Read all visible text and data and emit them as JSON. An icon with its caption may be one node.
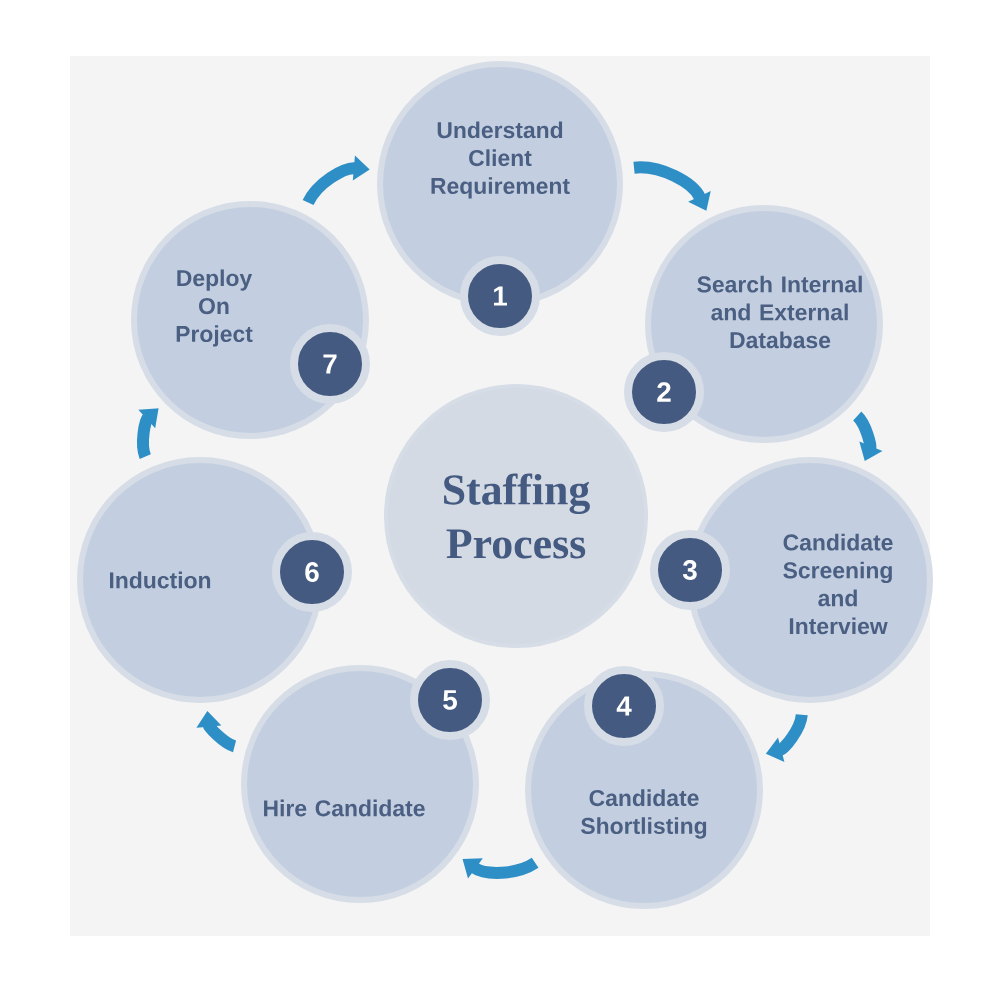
{
  "diagram": {
    "nodes": [
      {
        "text": [
          "Staffing Process"
        ]
      },
      {
        "text": [
          "Understand Client Requirement",
          "1"
        ]
      },
      {
        "text": [
          "Search Internal and External Database",
          "2"
        ]
      },
      {
        "text": [
          "3",
          "Candidate Screening and Interview"
        ]
      },
      {
        "text": [
          "4",
          "Candidate Shortlisting"
        ]
      },
      {
        "text": [
          "5",
          "Hire Candidate"
        ]
      },
      {
        "text": [
          "Induction",
          "6"
        ]
      },
      {
        "text": [
          "Deploy On Project",
          "7"
        ]
      }
    ],
    "edges": [
      {
        "from": 1,
        "to": 2,
        "arrow": "to"
      },
      {
        "from": 2,
        "to": 3,
        "arrow": "to"
      },
      {
        "from": 3,
        "to": 4,
        "arrow": "to"
      },
      {
        "from": 4,
        "to": 5,
        "arrow": "to"
      },
      {
        "from": 5,
        "to": 6,
        "arrow": "to"
      },
      {
        "from": 6,
        "to": 7,
        "arrow": "to"
      },
      {
        "from": 7,
        "to": 1,
        "arrow": "to"
      }
    ]
  }
}
